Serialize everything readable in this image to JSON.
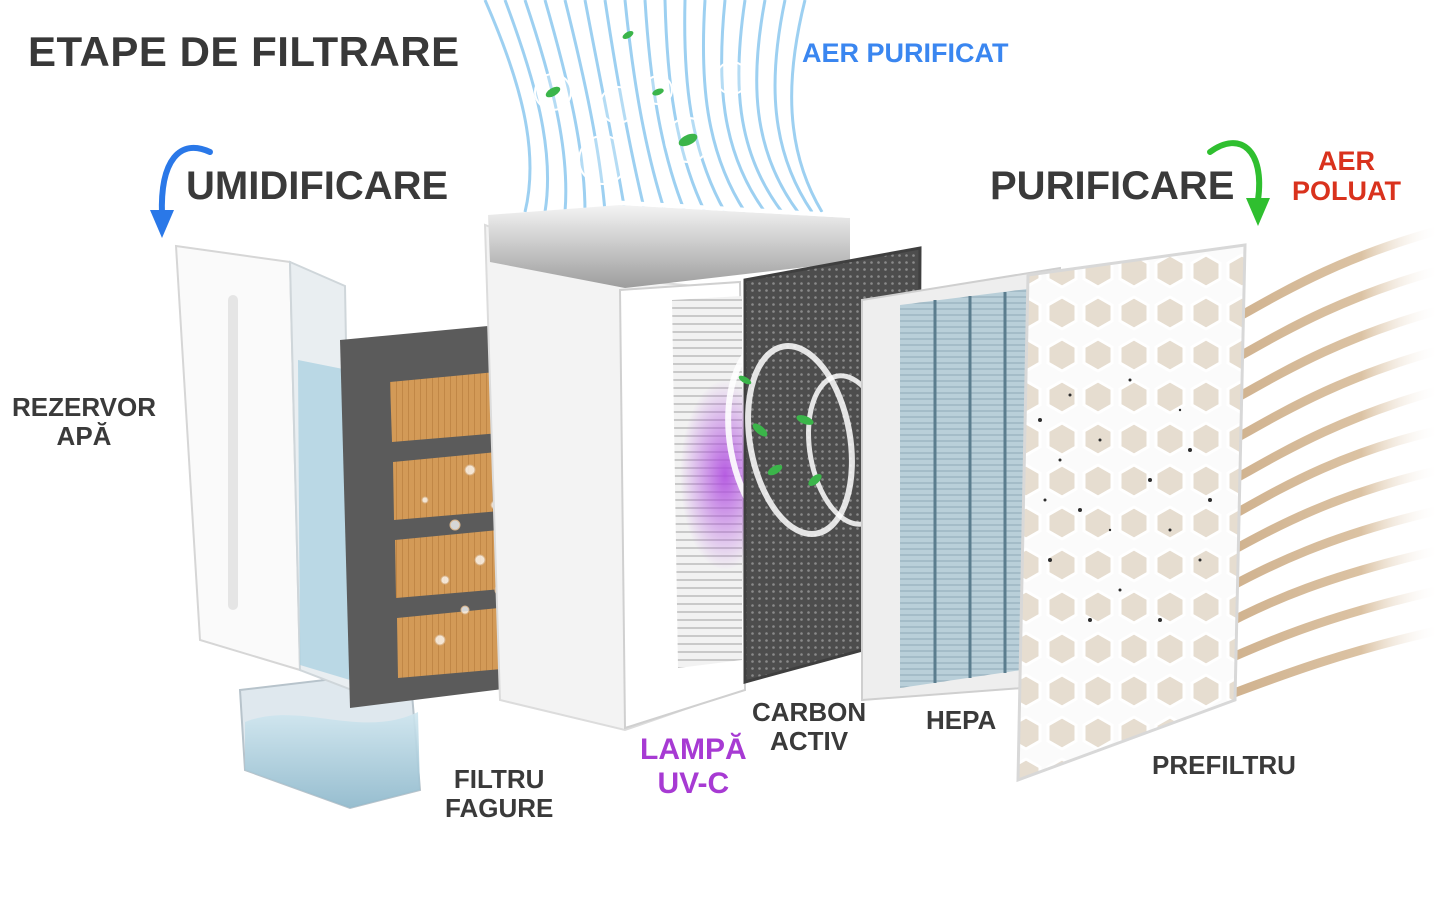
{
  "title": "ETAPE DE FILTRARE",
  "labels": {
    "purified_air": "AER PURIFICAT",
    "polluted_air_1": "AER",
    "polluted_air_2": "POLUAT",
    "humidification": "UMIDIFICARE",
    "purification": "PURIFICARE",
    "water_tank_1": "REZERVOR",
    "water_tank_2": "APĂ",
    "honeycomb_filter_1": "FILTRU",
    "honeycomb_filter_2": "FAGURE",
    "uvc_lamp_1": "LAMPĂ",
    "uvc_lamp_2": "UV-C",
    "carbon_1": "CARBON",
    "carbon_2": "ACTIV",
    "hepa": "HEPA",
    "prefilter": "PREFILTRU"
  },
  "colors": {
    "purified_air": "#3a86f0",
    "polluted_air": "#d9321d",
    "uvc": "#a73ad3",
    "humidify_arrow": "#2a78e8",
    "purify_arrow": "#2fbf2f",
    "text": "#3a3a3a",
    "honeycomb": "#c98d4c",
    "carbon": "#4a4a4a",
    "hepa": "#9fb7c5"
  },
  "icons": [
    "humidify-curved-arrow-icon",
    "purify-curved-arrow-icon",
    "leaf-icon",
    "air-flow-lines"
  ]
}
